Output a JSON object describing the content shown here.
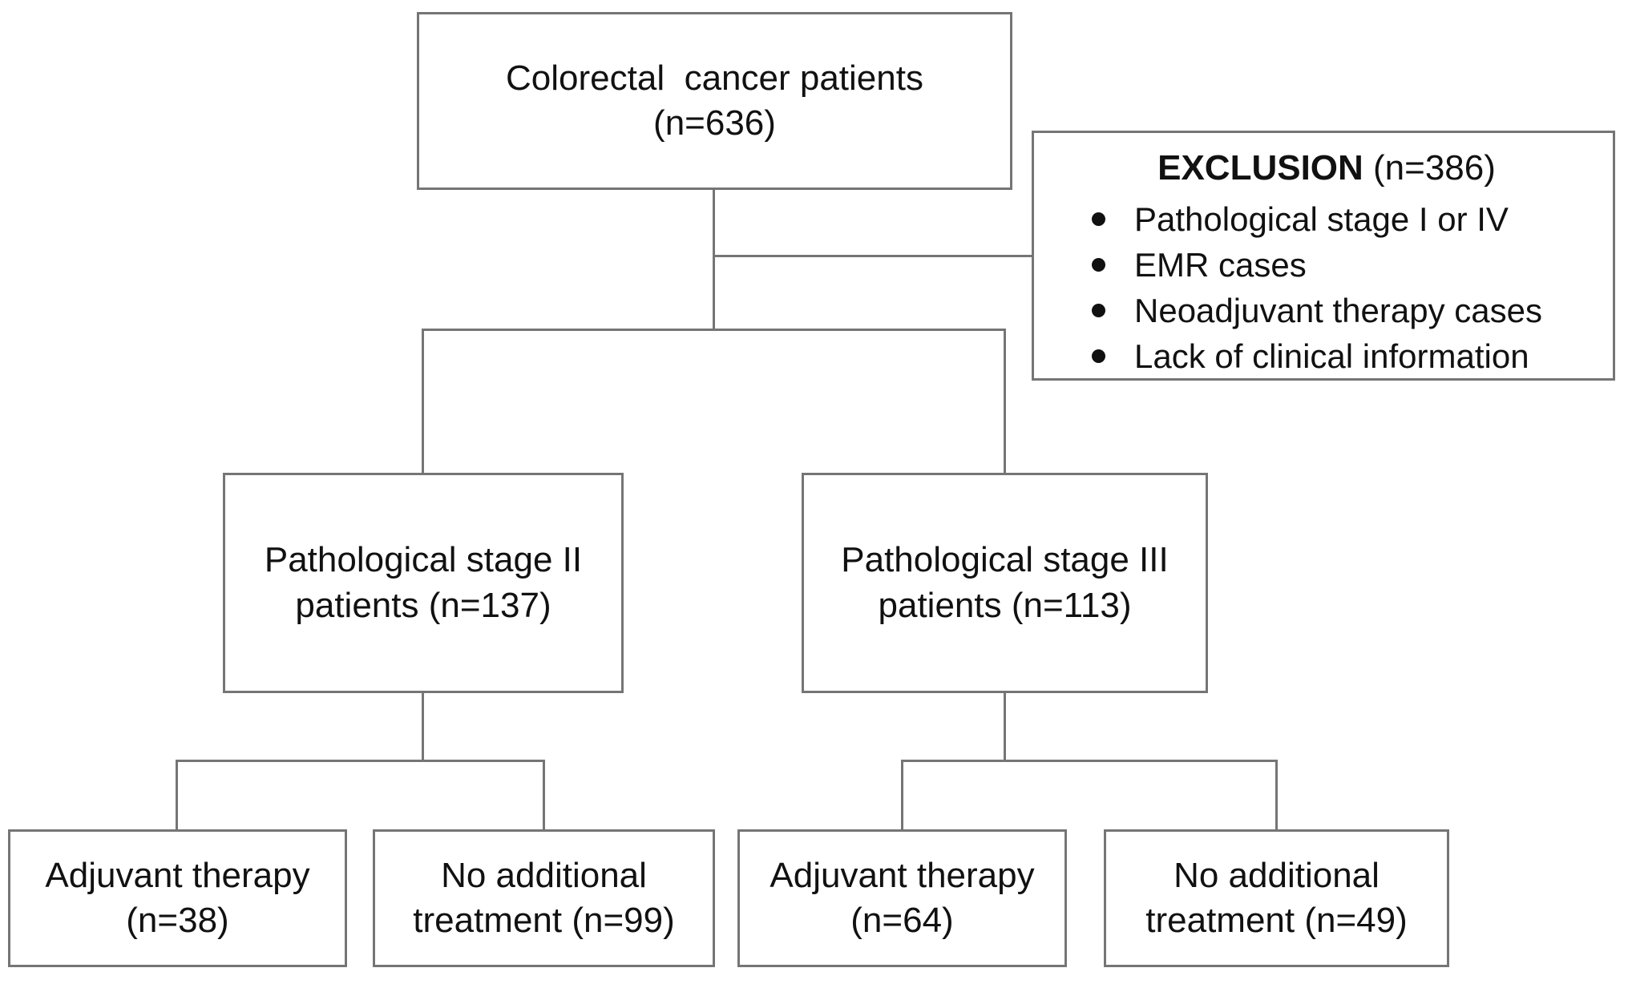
{
  "diagram": {
    "type": "patient-flowchart",
    "colors": {
      "background": "#ffffff",
      "line": "#757575",
      "text": "#111111"
    },
    "nodes": {
      "root": {
        "text": "Colorectal  cancer patients\n(n=636)"
      },
      "exclusion": {
        "title_bold": "EXCLUSION",
        "title_rest": " (n=386)",
        "items": [
          "Pathological stage I or IV",
          "EMR cases",
          "Neoadjuvant therapy cases",
          "Lack of clinical information"
        ]
      },
      "stage2": {
        "text": "Pathological stage II\npatients (n=137)"
      },
      "stage3": {
        "text": "Pathological stage III\npatients (n=113)"
      },
      "stage2_adjuvant": {
        "text": "Adjuvant therapy\n(n=38)"
      },
      "stage2_no_treatment": {
        "text": "No additional\ntreatment (n=99)"
      },
      "stage3_adjuvant": {
        "text": "Adjuvant therapy\n(n=64)"
      },
      "stage3_no_treatment": {
        "text": "No additional\ntreatment (n=49)"
      }
    }
  }
}
